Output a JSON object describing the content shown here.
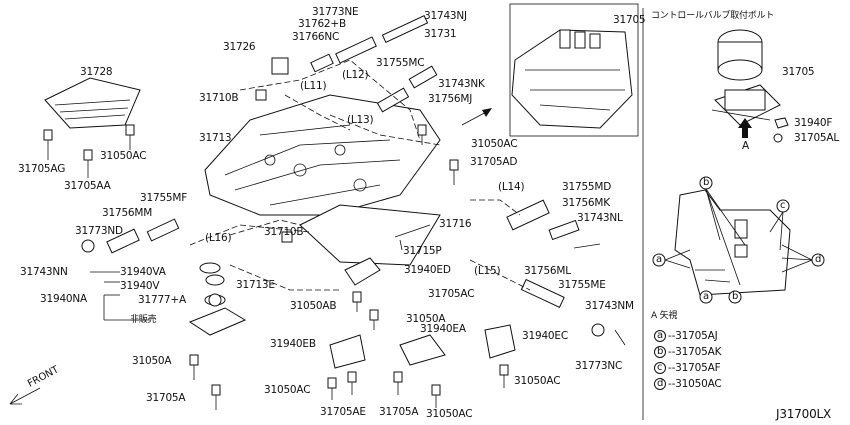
{
  "diagram": {
    "id": "J31700LX",
    "direction": "FRONT",
    "labels": {
      "p31773NE": "31773NE",
      "p31762B": "31762+B",
      "p31743NJ": "31743NJ",
      "p31766NC": "31766NC",
      "p31731": "31731",
      "p31726": "31726",
      "p31728": "31728",
      "p31710B_top": "31710B",
      "pL11": "(L11)",
      "pL12": "(L12)",
      "p31755MC": "31755MC",
      "p31743NK": "31743NK",
      "p31756MJ": "31756MJ",
      "pL13": "(L13)",
      "p31713": "31713",
      "p31705AG": "31705AG",
      "p31050AC_left": "31050AC",
      "p31705AA": "31705AA",
      "p31050AC_mid": "31050AC",
      "p31705AD": "31705AD",
      "pL14": "(L14)",
      "p31755MD": "31755MD",
      "p31756MK": "31756MK",
      "p31743NL": "31743NL",
      "p31755MF": "31755MF",
      "p31756MM": "31756MM",
      "pL16": "(L16)",
      "p31710B_mid": "31710B",
      "p31716": "31716",
      "p31773ND": "31773ND",
      "p31715P": "31715P",
      "p31940ED": "31940ED",
      "pL15": "(L15)",
      "p31756ML": "31756ML",
      "p31755ME": "31755ME",
      "p31743NN": "31743NN",
      "p31940VA": "31940VA",
      "p31940V": "31940V",
      "p31713E": "31713E",
      "p31940NA": "31940NA",
      "p31777A": "31777+A",
      "p31050AB": "31050AB",
      "p31705AC_mid": "31705AC",
      "p31743NM": "31743NM",
      "p_nonsale": "非販売",
      "p31050A_right": "31050A",
      "p31940EA": "31940EA",
      "p31940EC": "31940EC",
      "p31940EB": "31940EB",
      "p31050A_left": "31050A",
      "p31773NC": "31773NC",
      "p31050AC_br": "31050AC",
      "p31050AC_bl": "31050AC",
      "p31705A_left": "31705A",
      "p31705AE": "31705AE",
      "p31705A_mid": "31705A",
      "p31050AC_bot": "31050AC",
      "p31705_inset": "31705"
    },
    "side_panel": {
      "title": "コントロールバルブ取付ボルト",
      "p31705": "31705",
      "p31940F": "31940F",
      "p31705AL": "31705AL",
      "arrow_label": "A",
      "view_title": "A 矢視",
      "legend": [
        {
          "mark": "a",
          "code": "31705AJ"
        },
        {
          "mark": "b",
          "code": "31705AK"
        },
        {
          "mark": "c",
          "code": "31705AF"
        },
        {
          "mark": "d",
          "code": "31050AC"
        }
      ]
    }
  }
}
